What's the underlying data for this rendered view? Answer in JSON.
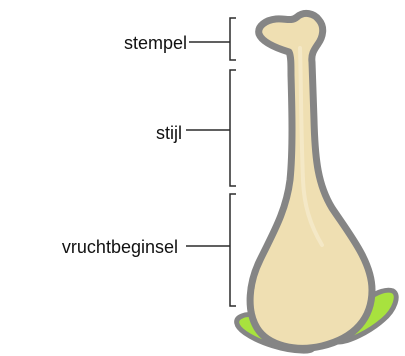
{
  "labels": {
    "stigma": "stempel",
    "style": "stijl",
    "ovary": "vruchtbeginsel"
  },
  "colors": {
    "pistil_fill": "#efdfb2",
    "pistil_highlight": "#f4e8c6",
    "outline": "#858585",
    "sepal_fill": "#a8e23e",
    "line": "#2b2b2b"
  }
}
